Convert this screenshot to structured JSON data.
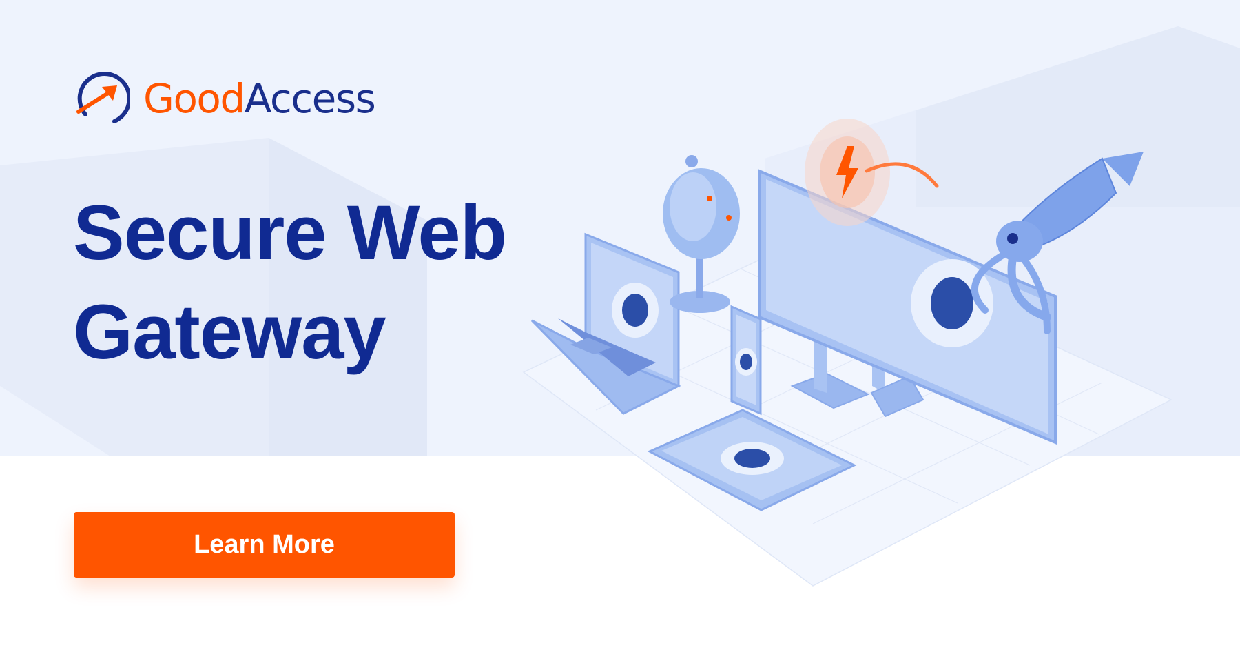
{
  "brand": {
    "name_part1": "Good",
    "name_part2": "Access",
    "primary_color": "#ff5500",
    "secondary_color": "#1a2f8c"
  },
  "headline": {
    "line1": "Secure Web",
    "line2": "Gateway",
    "color": "#102a92"
  },
  "cta": {
    "label": "Learn More",
    "color": "#ff5500"
  },
  "illustration": {
    "icons": [
      "laptop-icon",
      "globe-icon",
      "smartphone-icon",
      "tablet-icon",
      "desktop-monitor-icon",
      "squid-icon",
      "lightning-icon"
    ],
    "accent_color": "#7ea2ea"
  }
}
